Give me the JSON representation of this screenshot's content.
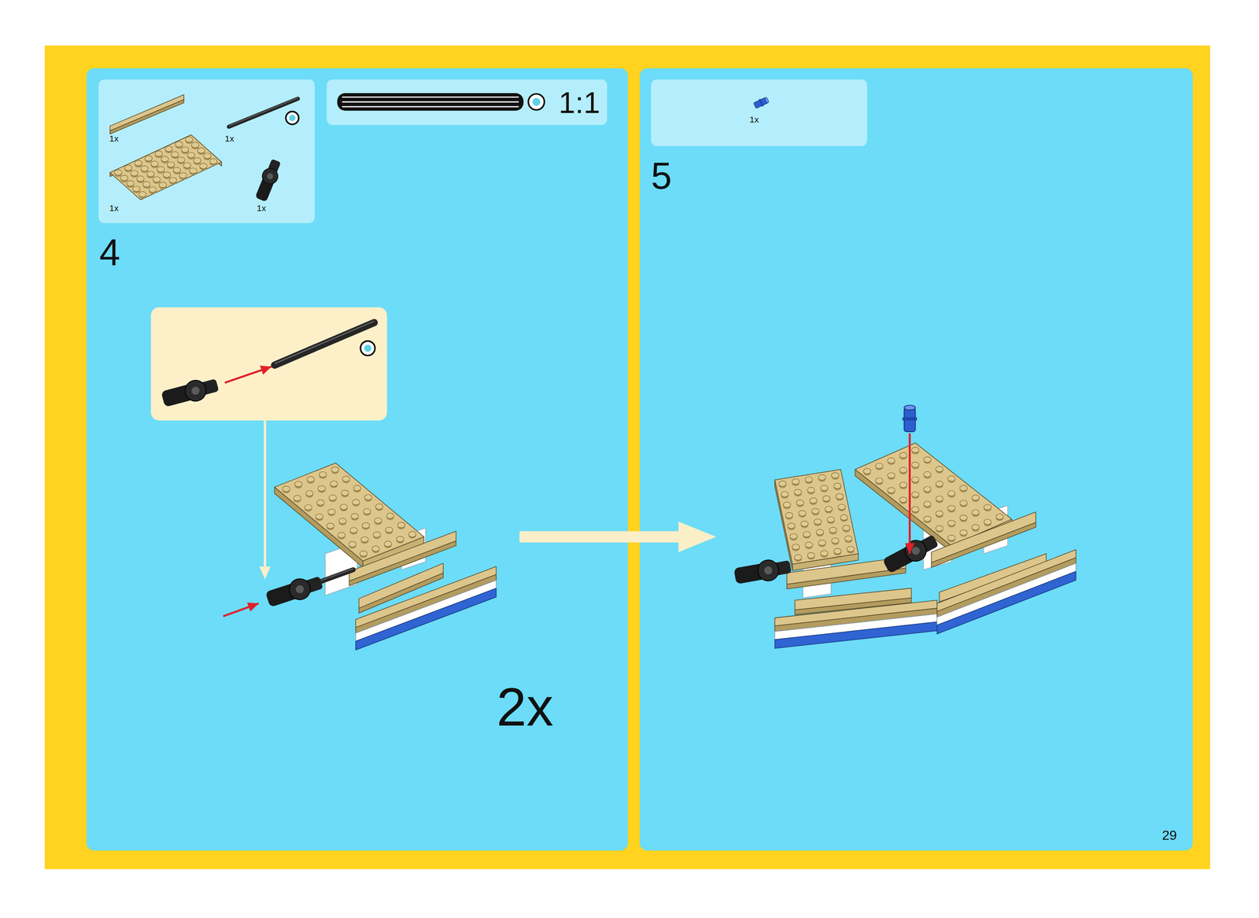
{
  "diagram": {
    "nodes": [
      {
        "text": [
          "4",
          "2x"
        ]
      },
      {
        "text": [
          "1x",
          "1x",
          "1x",
          "1x"
        ],
        "in": 0
      },
      {
        "text": [
          "1:1"
        ],
        "in": 0
      },
      {
        "text": [
          "5"
        ]
      },
      {
        "text": [
          "1x"
        ],
        "in": 3
      }
    ],
    "labels": [
      "29"
    ]
  }
}
